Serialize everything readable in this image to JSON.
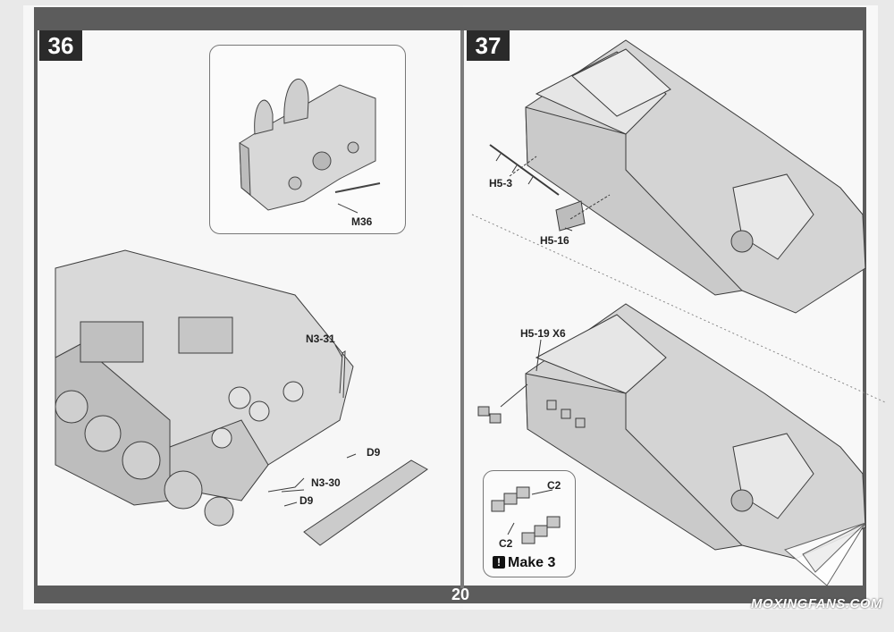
{
  "steps": {
    "left": {
      "number": "36"
    },
    "right": {
      "number": "37"
    }
  },
  "labels": {
    "m36": "M36",
    "n3_31": "N3-31",
    "n3_30": "N3-30",
    "d9_a": "D9",
    "d9_b": "D9",
    "h5_3": "H5-3",
    "h5_16": "H5-16",
    "h5_19": "H5-19 X6",
    "c2_a": "C2",
    "c2_b": "C2"
  },
  "make_note": {
    "text": "Make 3",
    "icon": "exclamation-icon"
  },
  "footer": {
    "page_number": "20"
  },
  "watermark": {
    "text": "MOXINGFANS.COM",
    "logo": "paper-plane-icon"
  },
  "colors": {
    "bar": "#5c5c5c",
    "step_badge": "#2a2a2a",
    "part_fill": "#d6d6d6"
  }
}
